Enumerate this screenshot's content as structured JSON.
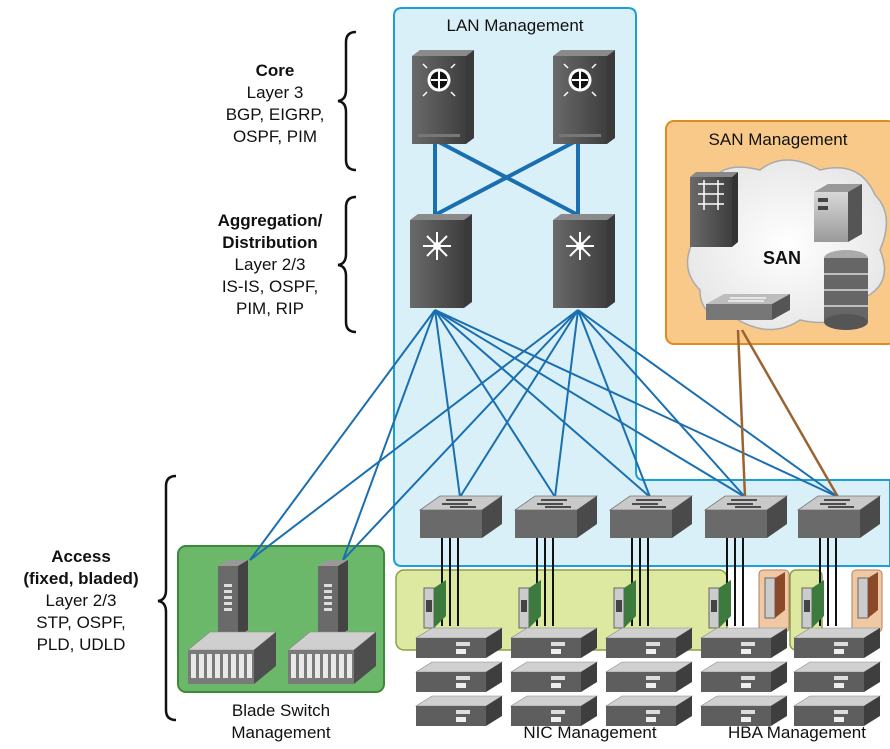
{
  "layers": {
    "core": {
      "title": "Core",
      "lines": [
        "Layer 3",
        "BGP, EIGRP,",
        "OSPF, PIM"
      ]
    },
    "aggregation": {
      "title_lines": [
        "Aggregation/",
        "Distribution"
      ],
      "lines": [
        "Layer 2/3",
        "IS-IS, OSPF,",
        "PIM, RIP"
      ]
    },
    "access": {
      "title_lines": [
        "Access",
        "(fixed, bladed)"
      ],
      "lines": [
        "Layer 2/3",
        "STP, OSPF,",
        "PLD, UDLD"
      ]
    }
  },
  "zones": {
    "lan": {
      "title": "LAN Management",
      "color": "#daf0f8",
      "border": "#1aa0d8"
    },
    "san": {
      "title": "SAN Management",
      "color": "#f9c98a",
      "border": "#e08a20",
      "cloud_label": "SAN"
    },
    "blade": {
      "color": "#6cb86a",
      "border": "#3a8a3a"
    },
    "nic": {
      "color": "#dde8a0",
      "border": "#8aa040"
    }
  },
  "bottom_labels": {
    "blade": [
      "Blade Switch",
      "Management"
    ],
    "nic": "NIC Management",
    "hba": "HBA Management"
  },
  "colors": {
    "lan_link": "#1a6fb0",
    "san_link": "#9a6430",
    "device_dark": "#4a4a4a"
  },
  "icons": {
    "core_switch": "layer3-core-switch-icon",
    "agg_switch": "multilayer-switch-icon",
    "access_switch": "workgroup-switch-icon",
    "blade_switch": "blade-server-icon",
    "server": "rack-server-icon",
    "nic_card": "nic-card-icon",
    "hba_card": "hba-card-icon",
    "storage": "storage-array-icon",
    "fabric_switch": "fc-switch-icon"
  }
}
